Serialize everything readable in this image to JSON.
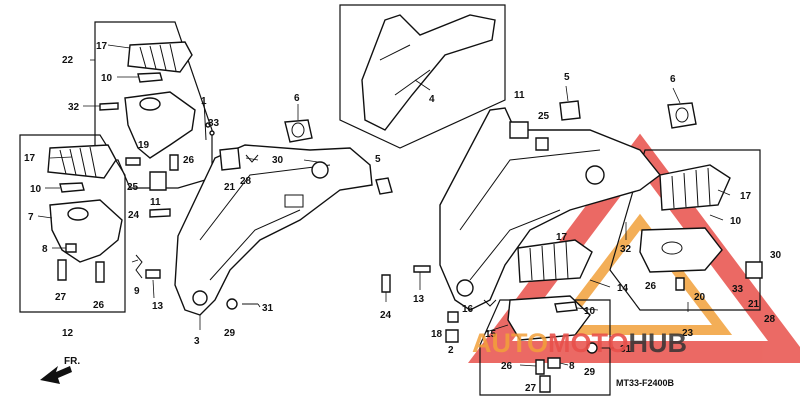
{
  "colors": {
    "ink": "#111111",
    "paper": "#ffffff",
    "watermark_red": "#e8504a",
    "watermark_orange": "#f2a03a",
    "watermark_dark": "#333333"
  },
  "labels": {
    "l17a": "17",
    "l22": "22",
    "l10a": "10",
    "l32a": "32",
    "l1": "1",
    "l33a": "33",
    "l19": "19",
    "l26a": "26",
    "l25a": "25",
    "l11a": "11",
    "l17b": "17",
    "l10b": "10",
    "l7": "7",
    "l8": "8",
    "l27a": "27",
    "l26b": "26",
    "l12": "12",
    "l24a": "24",
    "l9": "9",
    "l13a": "13",
    "l6a": "6",
    "l21a": "21",
    "l28a": "28",
    "l30a": "30",
    "l5a": "5",
    "l4": "4",
    "l3": "3",
    "l29a": "29",
    "l31a": "31",
    "l11b": "11",
    "l25b": "25",
    "l5b": "5",
    "l6b": "6",
    "l17c": "17",
    "l10c": "10",
    "l32b": "32",
    "l14": "14",
    "l10d": "10",
    "l17d": "17",
    "l26c": "26",
    "l20": "20",
    "l33b": "33",
    "l21b": "21",
    "l30b": "30",
    "l28b": "28",
    "l23": "23",
    "l24b": "24",
    "l13b": "13",
    "l16": "16",
    "l18": "18",
    "l2": "2",
    "l15": "15",
    "l26d": "26",
    "l8b": "8",
    "l27b": "27",
    "l29b": "29",
    "l31b": "31"
  },
  "direction_label": "FR.",
  "diagram_code": "MT33-F2400B",
  "watermark": {
    "word1": "AUTO",
    "word2": "MOTO",
    "word3": "HUB"
  }
}
